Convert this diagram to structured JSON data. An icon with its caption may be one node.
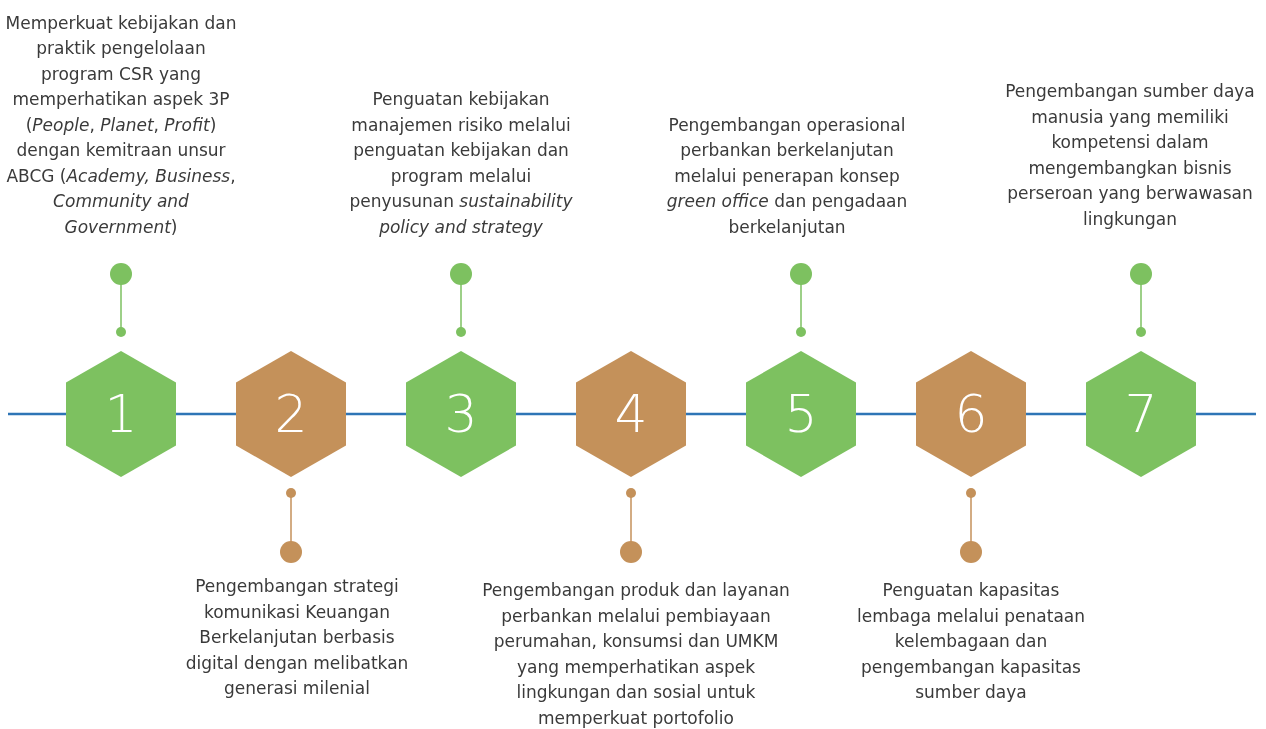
{
  "diagram": {
    "nodes": [
      {
        "text": [
          "1"
        ]
      },
      {
        "text": [
          "2"
        ]
      },
      {
        "text": [
          "3"
        ]
      },
      {
        "text": [
          "4"
        ]
      },
      {
        "text": [
          "5"
        ]
      },
      {
        "text": [
          "6"
        ]
      },
      {
        "text": [
          "7"
        ]
      },
      {
        "text": [
          "Memperkuat kebijakan dan praktik pengelolaan program CSR yang memperhatikan aspek 3P (*People*, *Planet*, *Profit*) dengan kemitraan unsur ABCG (*Academy, Business*, *Community and Government*)"
        ]
      },
      {
        "text": [
          "Pengembangan strategi komunikasi Keuangan Berkelanjutan berbasis digital dengan melibatkan generasi milenial"
        ]
      },
      {
        "text": [
          "Penguatan kebijakan manajemen risiko melalui penguatan kebijakan dan program melalui penyusunan *sustainability policy and strategy*"
        ]
      },
      {
        "text": [
          "Pengembangan produk dan layanan perbankan melalui pembiayaan perumahan, konsumsi dan UMKM yang memperhatikan aspek lingkungan dan sosial untuk memperkuat portofolio"
        ]
      },
      {
        "text": [
          "Pengembangan operasional perbankan berkelanjutan melalui penerapan konsep *green office* dan pengadaan berkelanjutan"
        ]
      },
      {
        "text": [
          "Penguatan kapasitas lembaga melalui penataan kelembagaan dan pengembangan kapasitas sumber daya"
        ]
      },
      {
        "text": [
          "Pengembangan sumber daya manusia yang memiliki kompetensi dalam mengembangkan bisnis perseroan yang berwawasan lingkungan"
        ]
      }
    ],
    "edges": [
      {
        "from": 0,
        "to": 1,
        "arrow": "none",
        "color": "#2e75b6"
      },
      {
        "from": 1,
        "to": 2,
        "arrow": "none",
        "color": "#2e75b6"
      },
      {
        "from": 2,
        "to": 3,
        "arrow": "none",
        "color": "#2e75b6"
      },
      {
        "from": 3,
        "to": 4,
        "arrow": "none",
        "color": "#2e75b6"
      },
      {
        "from": 4,
        "to": 5,
        "arrow": "none",
        "color": "#2e75b6"
      },
      {
        "from": 5,
        "to": 6,
        "arrow": "none",
        "color": "#2e75b6"
      },
      {
        "from": 7,
        "to": 0,
        "arrow": "other",
        "color": "#7dc160"
      },
      {
        "from": 8,
        "to": 1,
        "arrow": "other",
        "color": "#c4915a"
      },
      {
        "from": 9,
        "to": 2,
        "arrow": "other",
        "color": "#7dc160"
      },
      {
        "from": 10,
        "to": 3,
        "arrow": "other",
        "color": "#c4915a"
      },
      {
        "from": 11,
        "to": 4,
        "arrow": "other",
        "color": "#7dc160"
      },
      {
        "from": 12,
        "to": 5,
        "arrow": "other",
        "color": "#c4915a"
      },
      {
        "from": 13,
        "to": 6,
        "arrow": "other",
        "color": "#7dc160"
      }
    ]
  }
}
